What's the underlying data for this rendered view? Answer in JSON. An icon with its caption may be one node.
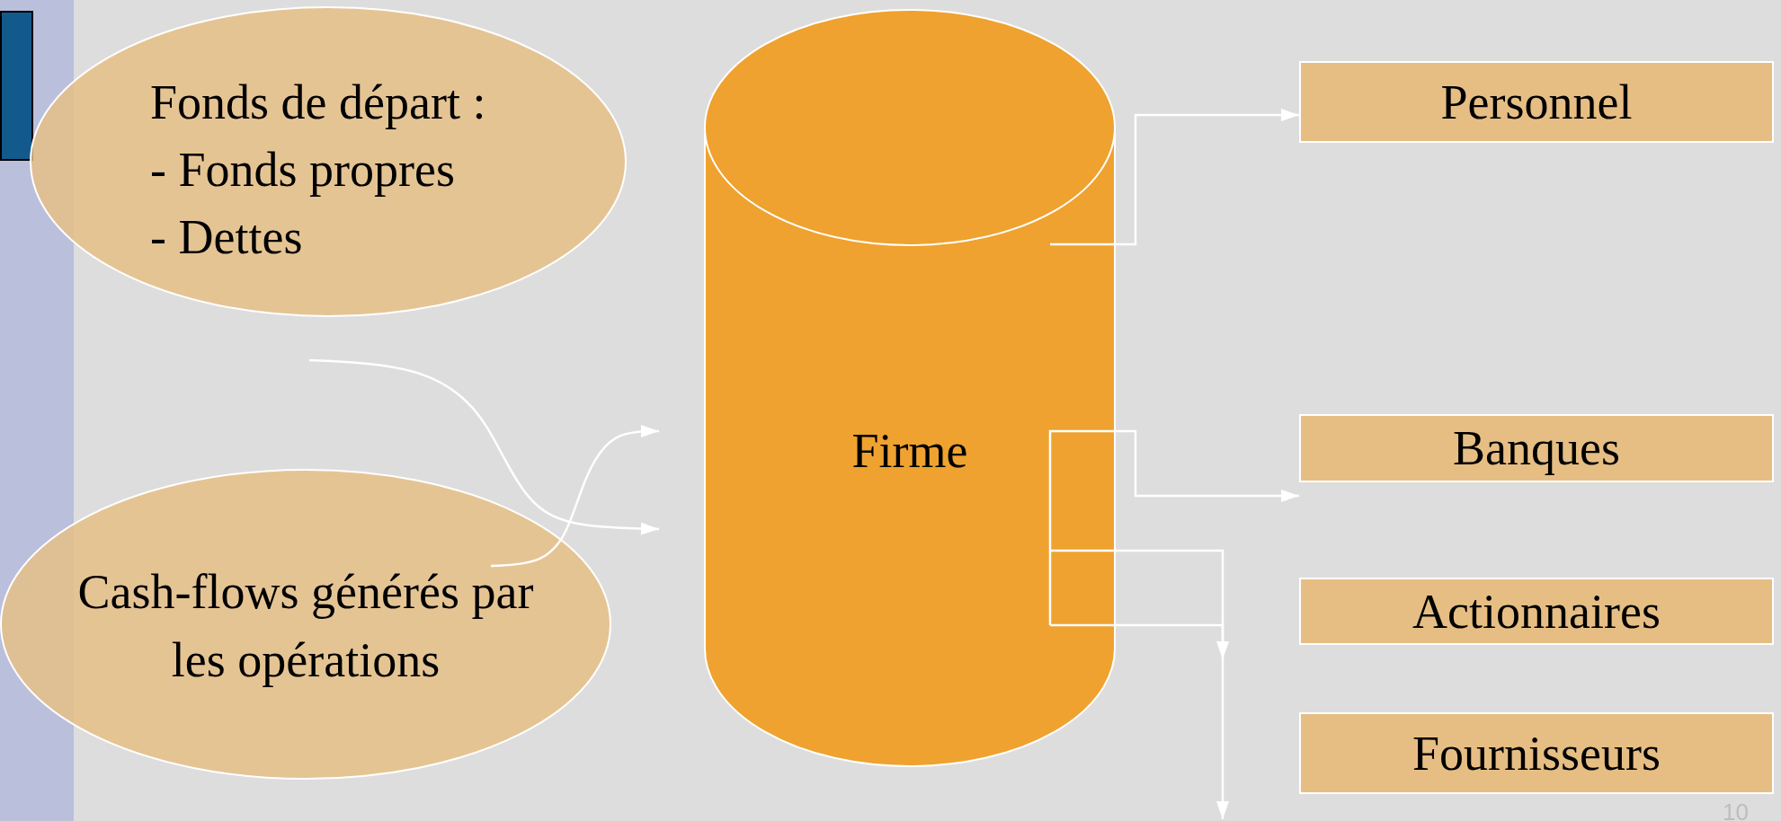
{
  "diagram": {
    "nodes": [
      {
        "text": [
          "Fonds de départ :",
          "- Fonds propres",
          "- Dettes"
        ]
      },
      {
        "text": [
          "Cash-flows générés par les opérations"
        ]
      },
      {
        "text": [
          "Firme"
        ]
      },
      {
        "text": [
          "Personnel"
        ]
      },
      {
        "text": [
          "Banques"
        ]
      },
      {
        "text": [
          "Actionnaires"
        ]
      },
      {
        "text": [
          "Fournisseurs"
        ]
      }
    ],
    "edges": [
      {
        "from": 0,
        "to": 2,
        "arrow": "to"
      },
      {
        "from": 1,
        "to": 2,
        "arrow": "to"
      },
      {
        "from": 2,
        "to": 3,
        "arrow": "to"
      },
      {
        "from": 2,
        "to": 4,
        "arrow": "to"
      },
      {
        "from": 2,
        "to": null,
        "arrow": "to"
      },
      {
        "from": 2,
        "to": null,
        "arrow": "to"
      }
    ],
    "labels": [
      "10"
    ]
  }
}
